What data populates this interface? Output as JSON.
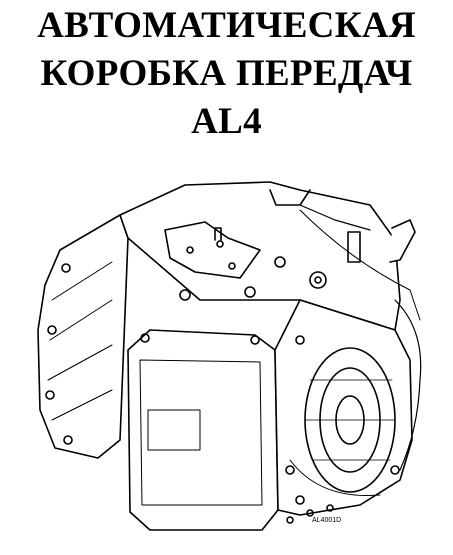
{
  "title": {
    "line1": "АВТОМАТИЧЕСКАЯ",
    "line2": "КОРОБКА ПЕРЕДАЧ",
    "line3": "AL4"
  },
  "illustration": {
    "icon": "gearbox-line-drawing-icon",
    "code": "AL4001D"
  }
}
